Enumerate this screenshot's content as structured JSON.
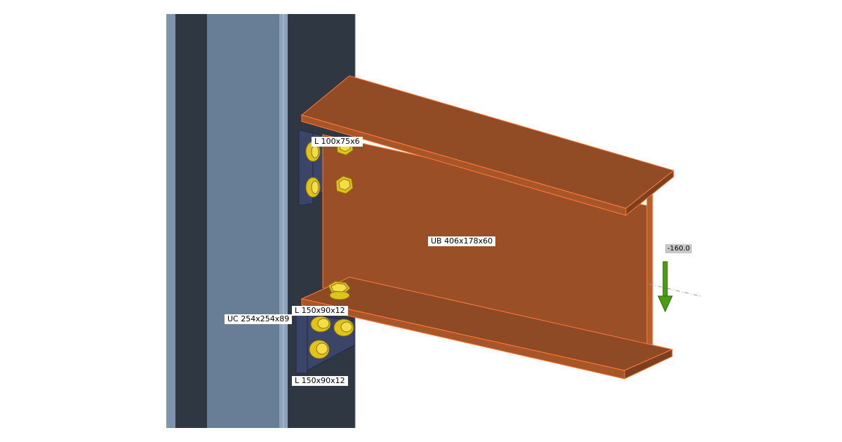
{
  "labels": {
    "beam": "UB 406x178x60",
    "column": "UC 254x254x89",
    "top_angle": "L 100x75x6",
    "seat_angle_upper": "L 150x90x12",
    "seat_angle_lower": "L 150x90x12"
  },
  "load": {
    "value": "-160.0",
    "direction": "down"
  },
  "colors": {
    "beam": "#9a4f27",
    "column_flange": "#2f3742",
    "column_web": "#687d96",
    "angle": "#3a4568",
    "bolt": "#e0c21c",
    "load_arrow": "#4a9e14"
  }
}
